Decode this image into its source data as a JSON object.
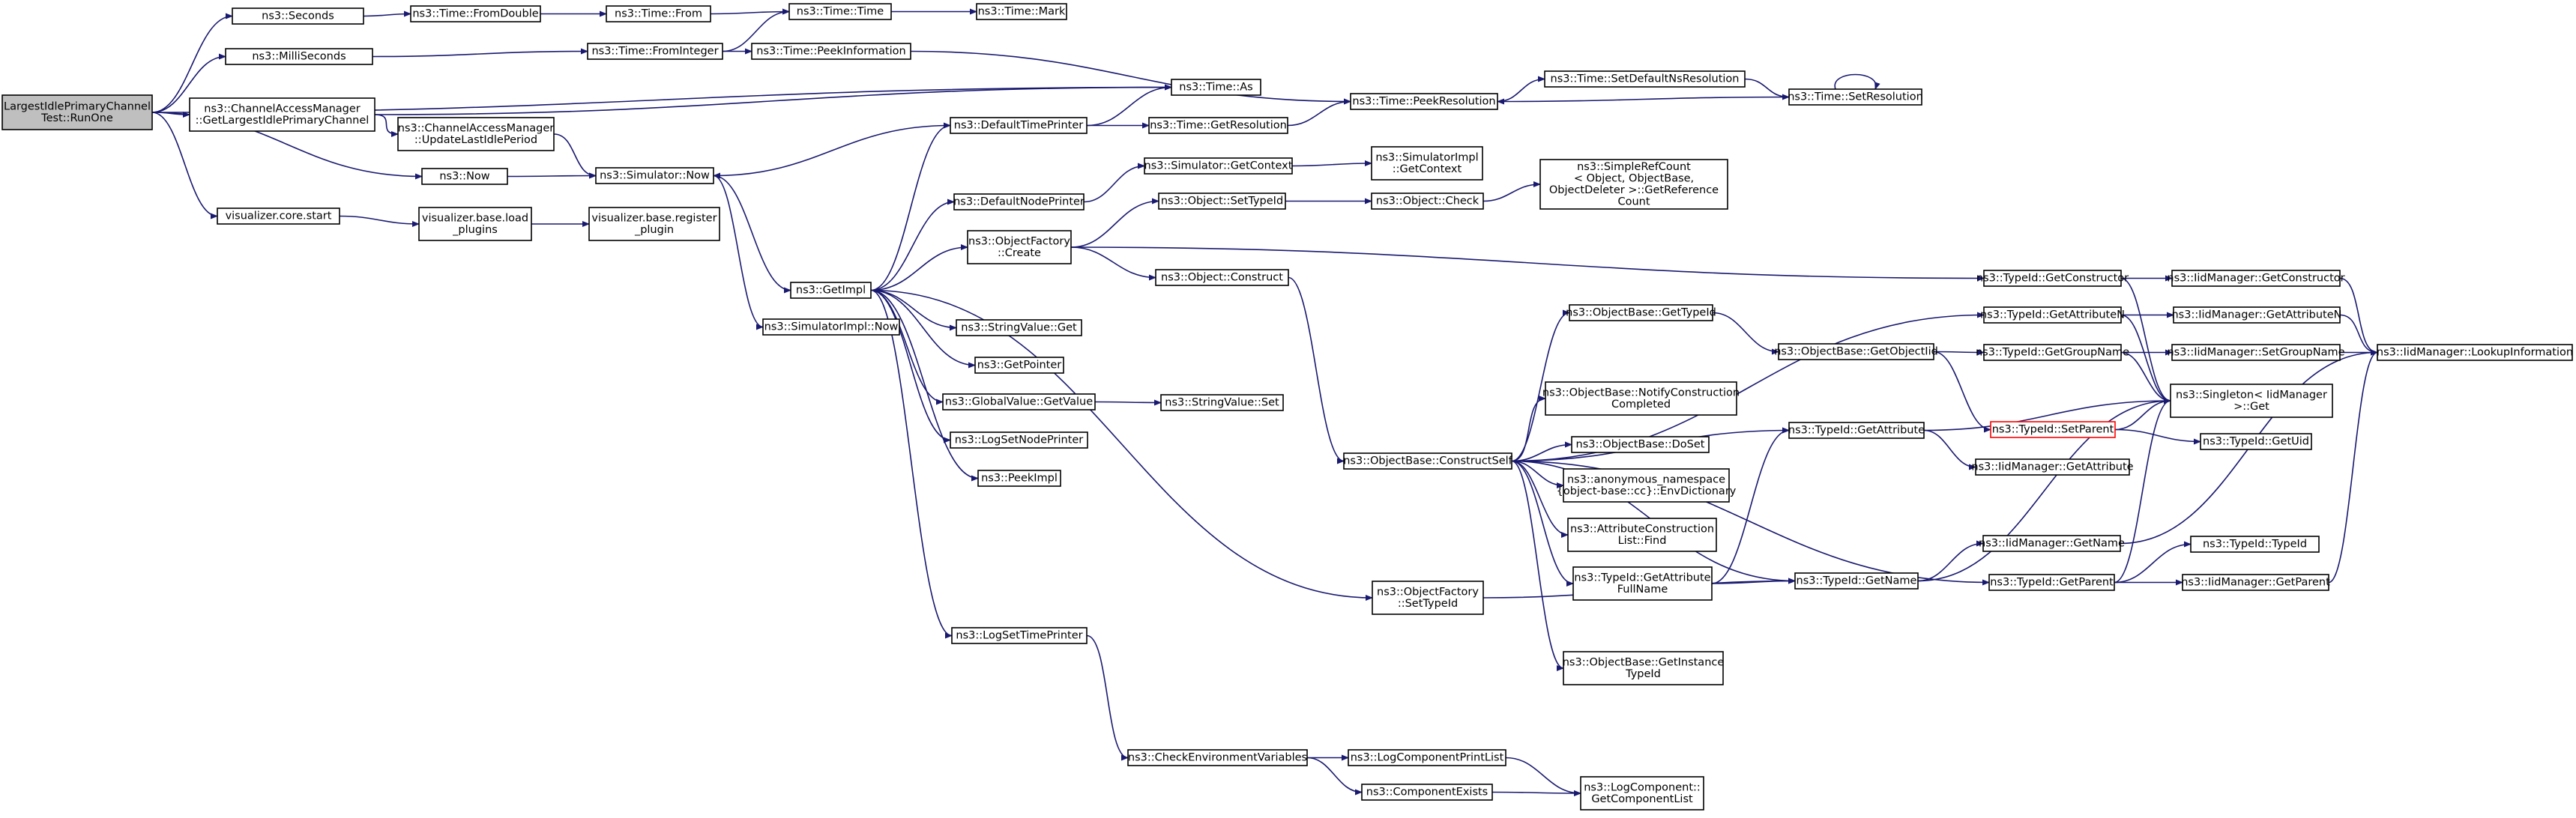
{
  "graph": {
    "title": "",
    "colors": {
      "edge": "#191970",
      "root_fill": "#bfbfbf",
      "node_fill": "#ffffff",
      "node_border": "#000000",
      "highlight_border": "#ff0000"
    },
    "nodes": [
      {
        "id": "root",
        "lines": [
          "LargestIdlePrimaryChannel",
          "Test::RunOne"
        ],
        "highlight": "root"
      },
      {
        "id": "seconds",
        "lines": [
          "ns3::Seconds"
        ]
      },
      {
        "id": "milliseconds",
        "lines": [
          "ns3::MilliSeconds"
        ]
      },
      {
        "id": "cam_getlargest",
        "lines": [
          "ns3::ChannelAccessManager",
          "::GetLargestIdlePrimaryChannel"
        ]
      },
      {
        "id": "now",
        "lines": [
          "ns3::Now"
        ]
      },
      {
        "id": "viz_core_start",
        "lines": [
          "visualizer.core.start"
        ]
      },
      {
        "id": "time_fromdouble",
        "lines": [
          "ns3::Time::FromDouble"
        ]
      },
      {
        "id": "time_frominteger",
        "lines": [
          "ns3::Time::FromInteger"
        ]
      },
      {
        "id": "cam_update",
        "lines": [
          "ns3::ChannelAccessManager",
          "::UpdateLastIdlePeriod"
        ]
      },
      {
        "id": "sim_now",
        "lines": [
          "ns3::Simulator::Now"
        ]
      },
      {
        "id": "viz_load_plugins",
        "lines": [
          "visualizer.base.load",
          "_plugins"
        ]
      },
      {
        "id": "viz_register_plugin",
        "lines": [
          "visualizer.base.register",
          "_plugin"
        ]
      },
      {
        "id": "time_from",
        "lines": [
          "ns3::Time::From"
        ]
      },
      {
        "id": "time_time",
        "lines": [
          "ns3::Time::Time"
        ]
      },
      {
        "id": "time_mark",
        "lines": [
          "ns3::Time::Mark"
        ]
      },
      {
        "id": "time_peekinfo",
        "lines": [
          "ns3::Time::PeekInformation"
        ]
      },
      {
        "id": "time_as",
        "lines": [
          "ns3::Time::As"
        ]
      },
      {
        "id": "default_time_printer",
        "lines": [
          "ns3::DefaultTimePrinter"
        ]
      },
      {
        "id": "time_getresolution",
        "lines": [
          "ns3::Time::GetResolution"
        ]
      },
      {
        "id": "time_peekresolution",
        "lines": [
          "ns3::Time::PeekResolution"
        ]
      },
      {
        "id": "time_setdefaultns",
        "lines": [
          "ns3::Time::SetDefaultNsResolution"
        ]
      },
      {
        "id": "time_setresolution",
        "lines": [
          "ns3::Time::SetResolution"
        ]
      },
      {
        "id": "sim_getcontext",
        "lines": [
          "ns3::Simulator::GetContext"
        ]
      },
      {
        "id": "simimpl_getcontext",
        "lines": [
          "ns3::SimulatorImpl",
          "::GetContext"
        ]
      },
      {
        "id": "default_node_printer",
        "lines": [
          "ns3::DefaultNodePrinter"
        ]
      },
      {
        "id": "object_settypeid",
        "lines": [
          "ns3::Object::SetTypeId"
        ]
      },
      {
        "id": "object_check",
        "lines": [
          "ns3::Object::Check"
        ]
      },
      {
        "id": "simplerefcount",
        "lines": [
          "ns3::SimpleRefCount",
          "< Object, ObjectBase,",
          "ObjectDeleter >::GetReference",
          "Count"
        ]
      },
      {
        "id": "objectfactory_create",
        "lines": [
          "ns3::ObjectFactory",
          "::Create"
        ]
      },
      {
        "id": "getimpl",
        "lines": [
          "ns3::GetImpl"
        ]
      },
      {
        "id": "object_construct",
        "lines": [
          "ns3::Object::Construct"
        ]
      },
      {
        "id": "simimpl_now",
        "lines": [
          "ns3::SimulatorImpl::Now"
        ]
      },
      {
        "id": "stringvalue_get",
        "lines": [
          "ns3::StringValue::Get"
        ]
      },
      {
        "id": "getpointer",
        "lines": [
          "ns3::GetPointer"
        ]
      },
      {
        "id": "globalvalue_getvalue",
        "lines": [
          "ns3::GlobalValue::GetValue"
        ]
      },
      {
        "id": "stringvalue_set",
        "lines": [
          "ns3::StringValue::Set"
        ]
      },
      {
        "id": "logsetnodeprinter",
        "lines": [
          "ns3::LogSetNodePrinter"
        ]
      },
      {
        "id": "peekimpl",
        "lines": [
          "ns3::PeekImpl"
        ]
      },
      {
        "id": "logsettimeprinter",
        "lines": [
          "ns3::LogSetTimePrinter"
        ]
      },
      {
        "id": "checkenvvars",
        "lines": [
          "ns3::CheckEnvironmentVariables"
        ]
      },
      {
        "id": "logcomponentprintlist",
        "lines": [
          "ns3::LogComponentPrintList"
        ]
      },
      {
        "id": "componentexists",
        "lines": [
          "ns3::ComponentExists"
        ]
      },
      {
        "id": "logcomponent_getlist",
        "lines": [
          "ns3::LogComponent::",
          "GetComponentList"
        ]
      },
      {
        "id": "objectfactory_settypeid",
        "lines": [
          "ns3::ObjectFactory",
          "::SetTypeId"
        ]
      },
      {
        "id": "objectbase_constructself",
        "lines": [
          "ns3::ObjectBase::ConstructSelf"
        ]
      },
      {
        "id": "objectbase_gettypeid",
        "lines": [
          "ns3::ObjectBase::GetTypeId"
        ]
      },
      {
        "id": "objectbase_notify",
        "lines": [
          "ns3::ObjectBase::NotifyConstruction",
          "Completed"
        ]
      },
      {
        "id": "objectbase_doset",
        "lines": [
          "ns3::ObjectBase::DoSet"
        ]
      },
      {
        "id": "envdictionary",
        "lines": [
          "ns3::anonymous_namespace",
          "{object-base::cc}::EnvDictionary"
        ]
      },
      {
        "id": "attrconstructionlist_find",
        "lines": [
          "ns3::AttributeConstruction",
          "List::Find"
        ]
      },
      {
        "id": "typeid_getattrfullname",
        "lines": [
          "ns3::TypeId::GetAttribute",
          "FullName"
        ]
      },
      {
        "id": "objectbase_getinstancetypeid",
        "lines": [
          "ns3::ObjectBase::GetInstance",
          "TypeId"
        ]
      },
      {
        "id": "objectbase_getobjectiid",
        "lines": [
          "ns3::ObjectBase::GetObjectIid"
        ]
      },
      {
        "id": "typeid_getattribute",
        "lines": [
          "ns3::TypeId::GetAttribute"
        ]
      },
      {
        "id": "typeid_getname",
        "lines": [
          "ns3::TypeId::GetName"
        ]
      },
      {
        "id": "typeid_getconstructor",
        "lines": [
          "ns3::TypeId::GetConstructor"
        ]
      },
      {
        "id": "typeid_getattributen",
        "lines": [
          "ns3::TypeId::GetAttributeN"
        ]
      },
      {
        "id": "typeid_getgroupname",
        "lines": [
          "ns3::TypeId::GetGroupName"
        ]
      },
      {
        "id": "typeid_setparent",
        "lines": [
          "ns3::TypeId::SetParent"
        ],
        "highlight": "red"
      },
      {
        "id": "iidmanager_getattribute",
        "lines": [
          "ns3::IidManager::GetAttribute"
        ]
      },
      {
        "id": "iidmanager_getname",
        "lines": [
          "ns3::IidManager::GetName"
        ]
      },
      {
        "id": "typeid_getparent",
        "lines": [
          "ns3::TypeId::GetParent"
        ]
      },
      {
        "id": "iidmanager_getconstructor",
        "lines": [
          "ns3::IidManager::GetConstructor"
        ]
      },
      {
        "id": "iidmanager_getattributen",
        "lines": [
          "ns3::IidManager::GetAttributeN"
        ]
      },
      {
        "id": "iidmanager_setgroupname",
        "lines": [
          "ns3::IidManager::SetGroupName"
        ]
      },
      {
        "id": "singleton_get",
        "lines": [
          "ns3::Singleton< IidManager",
          ">::Get"
        ]
      },
      {
        "id": "typeid_getuid",
        "lines": [
          "ns3::TypeId::GetUid"
        ]
      },
      {
        "id": "typeid_typeid",
        "lines": [
          "ns3::TypeId::TypeId"
        ]
      },
      {
        "id": "iidmanager_getparent",
        "lines": [
          "ns3::IidManager::GetParent"
        ]
      },
      {
        "id": "iidmanager_lookupinfo",
        "lines": [
          "ns3::IidManager::LookupInformation"
        ]
      }
    ],
    "edges": [
      [
        "root",
        "seconds"
      ],
      [
        "root",
        "milliseconds"
      ],
      [
        "root",
        "cam_getlargest"
      ],
      [
        "root",
        "now"
      ],
      [
        "root",
        "viz_core_start"
      ],
      [
        "root",
        "time_as"
      ],
      [
        "seconds",
        "time_fromdouble"
      ],
      [
        "time_fromdouble",
        "time_from"
      ],
      [
        "time_from",
        "time_time"
      ],
      [
        "time_time",
        "time_mark"
      ],
      [
        "milliseconds",
        "time_frominteger"
      ],
      [
        "time_frominteger",
        "time_time"
      ],
      [
        "time_frominteger",
        "time_peekinfo"
      ],
      [
        "time_peekinfo",
        "time_peekresolution"
      ],
      [
        "cam_getlargest",
        "time_as"
      ],
      [
        "cam_getlargest",
        "cam_update"
      ],
      [
        "cam_update",
        "sim_now"
      ],
      [
        "now",
        "sim_now"
      ],
      [
        "sim_now",
        "getimpl"
      ],
      [
        "sim_now",
        "simimpl_now"
      ],
      [
        "viz_core_start",
        "viz_load_plugins"
      ],
      [
        "viz_load_plugins",
        "viz_register_plugin"
      ],
      [
        "default_time_printer",
        "time_as"
      ],
      [
        "default_time_printer",
        "time_getresolution"
      ],
      [
        "default_time_printer",
        "sim_now"
      ],
      [
        "time_getresolution",
        "time_peekresolution"
      ],
      [
        "time_peekresolution",
        "time_setdefaultns"
      ],
      [
        "time_setdefaultns",
        "time_setresolution"
      ],
      [
        "time_setresolution",
        "time_peekresolution"
      ],
      [
        "time_setresolution",
        "time_setresolution"
      ],
      [
        "getimpl",
        "default_time_printer"
      ],
      [
        "getimpl",
        "default_node_printer"
      ],
      [
        "getimpl",
        "objectfactory_create"
      ],
      [
        "getimpl",
        "stringvalue_get"
      ],
      [
        "getimpl",
        "getpointer"
      ],
      [
        "getimpl",
        "globalvalue_getvalue"
      ],
      [
        "getimpl",
        "logsetnodeprinter"
      ],
      [
        "getimpl",
        "peekimpl"
      ],
      [
        "getimpl",
        "logsettimeprinter"
      ],
      [
        "getimpl",
        "objectfactory_settypeid"
      ],
      [
        "default_node_printer",
        "sim_getcontext"
      ],
      [
        "sim_getcontext",
        "simimpl_getcontext"
      ],
      [
        "objectfactory_create",
        "object_settypeid"
      ],
      [
        "objectfactory_create",
        "object_construct"
      ],
      [
        "objectfactory_create",
        "typeid_getconstructor"
      ],
      [
        "object_settypeid",
        "object_check"
      ],
      [
        "object_check",
        "simplerefcount"
      ],
      [
        "object_construct",
        "objectbase_constructself"
      ],
      [
        "globalvalue_getvalue",
        "stringvalue_set"
      ],
      [
        "logsettimeprinter",
        "checkenvvars"
      ],
      [
        "checkenvvars",
        "logcomponentprintlist"
      ],
      [
        "checkenvvars",
        "componentexists"
      ],
      [
        "logcomponentprintlist",
        "logcomponent_getlist"
      ],
      [
        "componentexists",
        "logcomponent_getlist"
      ],
      [
        "objectfactory_settypeid",
        "typeid_getname"
      ],
      [
        "objectbase_constructself",
        "objectbase_gettypeid"
      ],
      [
        "objectbase_constructself",
        "objectbase_notify"
      ],
      [
        "objectbase_constructself",
        "objectbase_doset"
      ],
      [
        "objectbase_constructself",
        "envdictionary"
      ],
      [
        "objectbase_constructself",
        "attrconstructionlist_find"
      ],
      [
        "objectbase_constructself",
        "typeid_getattrfullname"
      ],
      [
        "objectbase_constructself",
        "objectbase_getinstancetypeid"
      ],
      [
        "objectbase_constructself",
        "typeid_getattribute"
      ],
      [
        "objectbase_constructself",
        "typeid_getname"
      ],
      [
        "objectbase_constructself",
        "typeid_getattributen"
      ],
      [
        "objectbase_constructself",
        "typeid_getparent"
      ],
      [
        "objectbase_gettypeid",
        "objectbase_getobjectiid"
      ],
      [
        "objectbase_getobjectiid",
        "typeid_getgroupname"
      ],
      [
        "objectbase_getobjectiid",
        "typeid_setparent"
      ],
      [
        "typeid_getattrfullname",
        "typeid_getattribute"
      ],
      [
        "typeid_getattrfullname",
        "typeid_getname"
      ],
      [
        "typeid_getattribute",
        "iidmanager_getattribute"
      ],
      [
        "typeid_getattribute",
        "singleton_get"
      ],
      [
        "typeid_getname",
        "iidmanager_getname"
      ],
      [
        "typeid_getname",
        "singleton_get"
      ],
      [
        "typeid_getconstructor",
        "iidmanager_getconstructor"
      ],
      [
        "typeid_getconstructor",
        "singleton_get"
      ],
      [
        "typeid_getattributen",
        "iidmanager_getattributen"
      ],
      [
        "typeid_getattributen",
        "singleton_get"
      ],
      [
        "typeid_getgroupname",
        "iidmanager_setgroupname"
      ],
      [
        "typeid_getgroupname",
        "singleton_get"
      ],
      [
        "typeid_setparent",
        "typeid_getuid"
      ],
      [
        "typeid_setparent",
        "singleton_get"
      ],
      [
        "typeid_getparent",
        "typeid_typeid"
      ],
      [
        "typeid_getparent",
        "iidmanager_getparent"
      ],
      [
        "typeid_getparent",
        "singleton_get"
      ],
      [
        "iidmanager_getconstructor",
        "iidmanager_lookupinfo"
      ],
      [
        "iidmanager_getattributen",
        "iidmanager_lookupinfo"
      ],
      [
        "iidmanager_setgroupname",
        "iidmanager_lookupinfo"
      ],
      [
        "iidmanager_getname",
        "iidmanager_lookupinfo"
      ],
      [
        "iidmanager_getparent",
        "iidmanager_lookupinfo"
      ]
    ]
  }
}
